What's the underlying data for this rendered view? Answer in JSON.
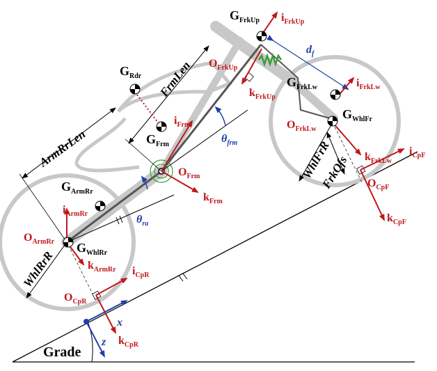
{
  "colors": {
    "vector_red": "#c0171b",
    "vector_blue": "#1f3fa8",
    "frame_gray": "#c8c8c8",
    "line_black": "#000000",
    "spring_green": "#3a9a3a",
    "com_marker": "#000000"
  },
  "labels": {
    "g_frkup": {
      "main": "G",
      "sub": "FrkUp"
    },
    "i_frkup": {
      "main": "i",
      "sub": "FrkUp"
    },
    "d_f": {
      "main": "d",
      "sub": "f"
    },
    "o_frkup": {
      "main": "O",
      "sub": "FrkUp"
    },
    "g_rdr": {
      "main": "G",
      "sub": "Rdr"
    },
    "frm_len": "FrmLen",
    "g_frklw": {
      "main": "G",
      "sub": "FrkLw"
    },
    "i_frklw": {
      "main": "i",
      "sub": "FrkLw"
    },
    "k_frkup": {
      "main": "k",
      "sub": "FrkUp"
    },
    "o_frklw": {
      "main": "O",
      "sub": "FrkLw"
    },
    "g_whlfr": {
      "main": "G",
      "sub": "WhlFr"
    },
    "i_frm": {
      "main": "i",
      "sub": "Frm"
    },
    "theta_frm": {
      "main": "θ",
      "sub": "frm"
    },
    "g_frm": {
      "main": "G",
      "sub": "Frm"
    },
    "arm_rr_len": "ArmRrLen",
    "whl_fr_r": "WhlFrR",
    "frk_ofs": "FrkOfs",
    "k_frklw": {
      "main": "k",
      "sub": "FrkLw"
    },
    "i_cpf": {
      "main": "i",
      "sub": "CpF"
    },
    "o_frm": {
      "main": "O",
      "sub": "Frm"
    },
    "g_armrr": {
      "main": "G",
      "sub": "ArmRr"
    },
    "o_cpf": {
      "main": "O",
      "sub": "CpF"
    },
    "k_frm": {
      "main": "k",
      "sub": "Frm"
    },
    "i_armrr": {
      "main": "i",
      "sub": "ArmRr"
    },
    "theta_ra": {
      "main": "θ",
      "sub": "ra"
    },
    "k_cpf": {
      "main": "k",
      "sub": "CpF"
    },
    "o_armrr": {
      "main": "O",
      "sub": "ArmRr"
    },
    "g_whlrr": {
      "main": "G",
      "sub": "WhlRr"
    },
    "whl_rr_r": "WhlRrR",
    "k_armrr": {
      "main": "k",
      "sub": "ArmRr"
    },
    "i_cpr": {
      "main": "i",
      "sub": "CpR"
    },
    "o_cpr": {
      "main": "O",
      "sub": "CpR"
    },
    "x_axis": "x",
    "z_axis": "z",
    "k_cpr": {
      "main": "k",
      "sub": "CpR"
    },
    "grade": "Grade"
  }
}
